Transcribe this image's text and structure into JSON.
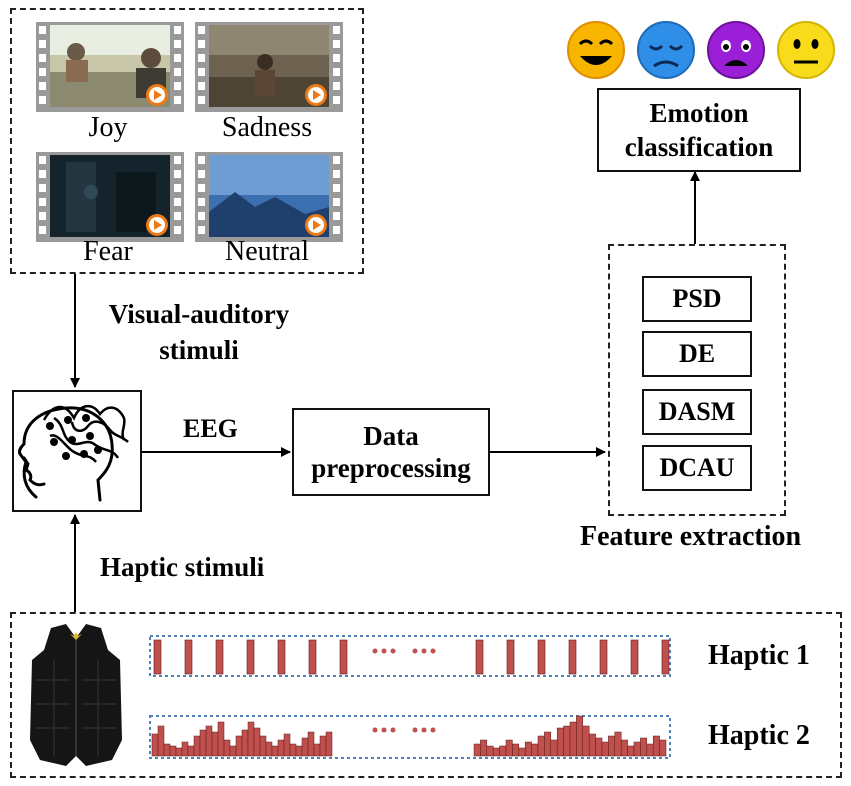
{
  "stimuli": {
    "movies": [
      {
        "label": "Joy"
      },
      {
        "label": "Sadness"
      },
      {
        "label": "Fear"
      },
      {
        "label": "Neutral"
      }
    ],
    "visual_auditory_label_line1": "Visual-auditory",
    "visual_auditory_label_line2": "stimuli",
    "haptic_stimuli_label": "Haptic stimuli"
  },
  "pipeline": {
    "eeg_label": "EEG",
    "preprocessing_line1": "Data",
    "preprocessing_line2": "preprocessing",
    "classification_line1": "Emotion",
    "classification_line2": "classification"
  },
  "features": {
    "items": [
      "PSD",
      "DE",
      "DASM",
      "DCAU"
    ],
    "caption": "Feature extraction"
  },
  "haptics": {
    "rows": [
      {
        "label": "Haptic 1"
      },
      {
        "label": "Haptic 2"
      }
    ],
    "bar_color": "#c0504d",
    "ellipsis_color": "#c0504d",
    "frame_color": "#4f81bd"
  },
  "emojis": [
    {
      "name": "happy-face-icon",
      "color": "#f7b500"
    },
    {
      "name": "sad-face-icon",
      "color": "#2e8ee8"
    },
    {
      "name": "fear-face-icon",
      "color": "#9b1fd6"
    },
    {
      "name": "neutral-face-icon",
      "color": "#f8dc1c"
    }
  ]
}
